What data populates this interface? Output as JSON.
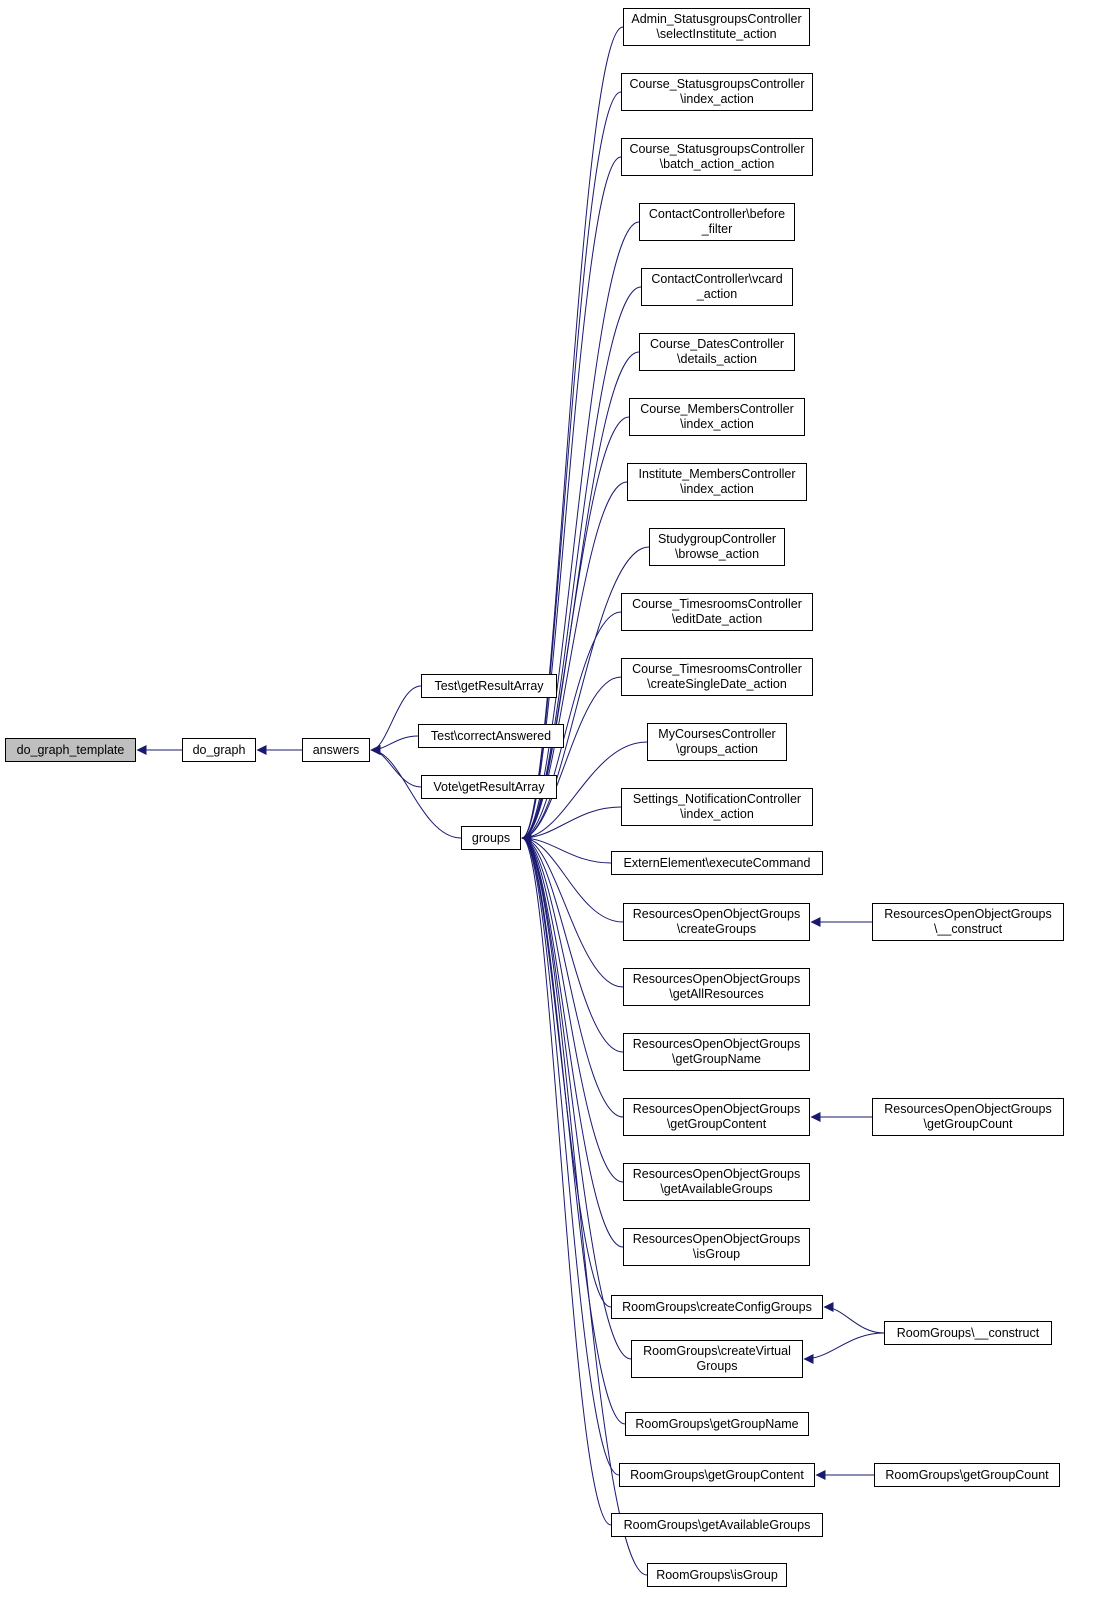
{
  "diagram": {
    "type": "doxygen-caller-graph",
    "colors": {
      "edge": "#191970",
      "border": "#000000",
      "root_fill": "#bfbfbf",
      "node_fill": "#ffffff"
    },
    "nodes": [
      {
        "id": "do_graph_template",
        "lines": [
          "do_graph_template"
        ],
        "root": true
      },
      {
        "id": "do_graph",
        "lines": [
          "do_graph"
        ]
      },
      {
        "id": "answers",
        "lines": [
          "answers"
        ]
      },
      {
        "id": "test_getresultarray",
        "lines": [
          "Test\\getResultArray"
        ]
      },
      {
        "id": "test_correctanswered",
        "lines": [
          "Test\\correctAnswered"
        ]
      },
      {
        "id": "vote_getresultarray",
        "lines": [
          "Vote\\getResultArray"
        ]
      },
      {
        "id": "groups",
        "lines": [
          "groups"
        ]
      },
      {
        "id": "admin_statusgroups_select",
        "lines": [
          "Admin_StatusgroupsController",
          "\\selectInstitute_action"
        ]
      },
      {
        "id": "course_statusgroups_index",
        "lines": [
          "Course_StatusgroupsController",
          "\\index_action"
        ]
      },
      {
        "id": "course_statusgroups_batch",
        "lines": [
          "Course_StatusgroupsController",
          "\\batch_action_action"
        ]
      },
      {
        "id": "contact_before_filter",
        "lines": [
          "ContactController\\before",
          "_filter"
        ]
      },
      {
        "id": "contact_vcard",
        "lines": [
          "ContactController\\vcard",
          "_action"
        ]
      },
      {
        "id": "course_dates_details",
        "lines": [
          "Course_DatesController",
          "\\details_action"
        ]
      },
      {
        "id": "course_members_index",
        "lines": [
          "Course_MembersController",
          "\\index_action"
        ]
      },
      {
        "id": "institute_members_index",
        "lines": [
          "Institute_MembersController",
          "\\index_action"
        ]
      },
      {
        "id": "studygroup_browse",
        "lines": [
          "StudygroupController",
          "\\browse_action"
        ]
      },
      {
        "id": "course_timesrooms_edit",
        "lines": [
          "Course_TimesroomsController",
          "\\editDate_action"
        ]
      },
      {
        "id": "course_timesrooms_create",
        "lines": [
          "Course_TimesroomsController",
          "\\createSingleDate_action"
        ]
      },
      {
        "id": "mycourses_groups",
        "lines": [
          "MyCoursesController",
          "\\groups_action"
        ]
      },
      {
        "id": "settings_notification_index",
        "lines": [
          "Settings_NotificationController",
          "\\index_action"
        ]
      },
      {
        "id": "extern_execute",
        "lines": [
          "ExternElement\\executeCommand"
        ]
      },
      {
        "id": "roog_creategroups",
        "lines": [
          "ResourcesOpenObjectGroups",
          "\\createGroups"
        ]
      },
      {
        "id": "roog_construct",
        "lines": [
          "ResourcesOpenObjectGroups",
          "\\__construct"
        ]
      },
      {
        "id": "roog_getallresources",
        "lines": [
          "ResourcesOpenObjectGroups",
          "\\getAllResources"
        ]
      },
      {
        "id": "roog_getgroupname",
        "lines": [
          "ResourcesOpenObjectGroups",
          "\\getGroupName"
        ]
      },
      {
        "id": "roog_getgroupcontent",
        "lines": [
          "ResourcesOpenObjectGroups",
          "\\getGroupContent"
        ]
      },
      {
        "id": "roog_getgroupcount",
        "lines": [
          "ResourcesOpenObjectGroups",
          "\\getGroupCount"
        ]
      },
      {
        "id": "roog_getavailablegroups",
        "lines": [
          "ResourcesOpenObjectGroups",
          "\\getAvailableGroups"
        ]
      },
      {
        "id": "roog_isgroup",
        "lines": [
          "ResourcesOpenObjectGroups",
          "\\isGroup"
        ]
      },
      {
        "id": "rg_createconfiggroups",
        "lines": [
          "RoomGroups\\createConfigGroups"
        ]
      },
      {
        "id": "rg_construct",
        "lines": [
          "RoomGroups\\__construct"
        ]
      },
      {
        "id": "rg_createvirtual",
        "lines": [
          "RoomGroups\\createVirtual",
          "Groups"
        ]
      },
      {
        "id": "rg_getgroupname",
        "lines": [
          "RoomGroups\\getGroupName"
        ]
      },
      {
        "id": "rg_getgroupcontent",
        "lines": [
          "RoomGroups\\getGroupContent"
        ]
      },
      {
        "id": "rg_getgroupcount",
        "lines": [
          "RoomGroups\\getGroupCount"
        ]
      },
      {
        "id": "rg_getavailablegroups",
        "lines": [
          "RoomGroups\\getAvailableGroups"
        ]
      },
      {
        "id": "rg_isgroup",
        "lines": [
          "RoomGroups\\isGroup"
        ]
      }
    ],
    "edges": [
      {
        "from": "do_graph",
        "to": "do_graph_template"
      },
      {
        "from": "answers",
        "to": "do_graph"
      },
      {
        "from": "test_getresultarray",
        "to": "answers"
      },
      {
        "from": "test_correctanswered",
        "to": "answers"
      },
      {
        "from": "vote_getresultarray",
        "to": "answers"
      },
      {
        "from": "groups",
        "to": "answers"
      },
      {
        "from": "admin_statusgroups_select",
        "to": "groups"
      },
      {
        "from": "course_statusgroups_index",
        "to": "groups"
      },
      {
        "from": "course_statusgroups_batch",
        "to": "groups"
      },
      {
        "from": "contact_before_filter",
        "to": "groups"
      },
      {
        "from": "contact_vcard",
        "to": "groups"
      },
      {
        "from": "course_dates_details",
        "to": "groups"
      },
      {
        "from": "course_members_index",
        "to": "groups"
      },
      {
        "from": "institute_members_index",
        "to": "groups"
      },
      {
        "from": "studygroup_browse",
        "to": "groups"
      },
      {
        "from": "course_timesrooms_edit",
        "to": "groups"
      },
      {
        "from": "course_timesrooms_create",
        "to": "groups"
      },
      {
        "from": "mycourses_groups",
        "to": "groups"
      },
      {
        "from": "settings_notification_index",
        "to": "groups"
      },
      {
        "from": "extern_execute",
        "to": "groups"
      },
      {
        "from": "roog_creategroups",
        "to": "groups"
      },
      {
        "from": "roog_getallresources",
        "to": "groups"
      },
      {
        "from": "roog_getgroupname",
        "to": "groups"
      },
      {
        "from": "roog_getgroupcontent",
        "to": "groups"
      },
      {
        "from": "roog_getavailablegroups",
        "to": "groups"
      },
      {
        "from": "roog_isgroup",
        "to": "groups"
      },
      {
        "from": "rg_createconfiggroups",
        "to": "groups"
      },
      {
        "from": "rg_createvirtual",
        "to": "groups"
      },
      {
        "from": "rg_getgroupname",
        "to": "groups"
      },
      {
        "from": "rg_getgroupcontent",
        "to": "groups"
      },
      {
        "from": "rg_getavailablegroups",
        "to": "groups"
      },
      {
        "from": "rg_isgroup",
        "to": "groups"
      },
      {
        "from": "roog_construct",
        "to": "roog_creategroups"
      },
      {
        "from": "roog_getgroupcount",
        "to": "roog_getgroupcontent"
      },
      {
        "from": "rg_construct",
        "to": "rg_createconfiggroups"
      },
      {
        "from": "rg_construct",
        "to": "rg_createvirtual"
      },
      {
        "from": "rg_getgroupcount",
        "to": "rg_getgroupcontent"
      }
    ]
  }
}
